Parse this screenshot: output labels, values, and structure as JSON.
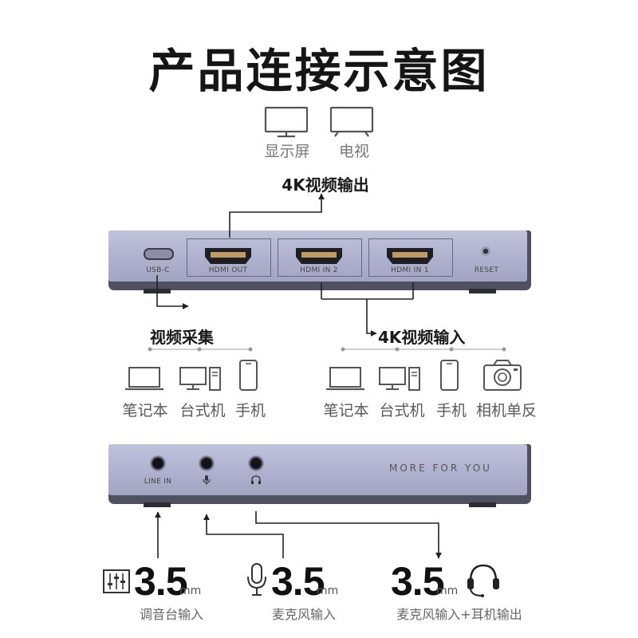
{
  "title": "产品连接示意图",
  "output_devices": [
    {
      "icon": "monitor-icon",
      "label": "显示屏"
    },
    {
      "icon": "tv-icon",
      "label": "电视"
    }
  ],
  "output_heading": "4K视频输出",
  "front_panel": {
    "ports": [
      "USB-C",
      "HDMI OUT",
      "HDMI IN 2",
      "HDMI IN 1",
      "RESET"
    ]
  },
  "capture": {
    "heading": "视频采集",
    "devices": [
      {
        "icon": "laptop-icon",
        "label": "笔记本"
      },
      {
        "icon": "desktop-icon",
        "label": "台式机"
      },
      {
        "icon": "phone-icon",
        "label": "手机"
      }
    ]
  },
  "input": {
    "heading": "4K视频输入",
    "devices": [
      {
        "icon": "laptop-icon",
        "label": "笔记本"
      },
      {
        "icon": "desktop-icon",
        "label": "台式机"
      },
      {
        "icon": "phone-icon",
        "label": "手机"
      },
      {
        "icon": "camera-icon",
        "label": "相机单反"
      }
    ]
  },
  "back_panel": {
    "line_in_label": "LINE IN",
    "tagline": "MORE FOR YOU"
  },
  "audio": [
    {
      "icon": "mixer-icon",
      "size": "3.5",
      "unit": "mm",
      "label": "调音台输入"
    },
    {
      "icon": "microphone-icon",
      "size": "3.5",
      "unit": "mm",
      "label": "麦克风输入"
    },
    {
      "icon": "headset-icon",
      "size": "3.5",
      "unit": "mm",
      "label": "麦克风输入+耳机输出"
    }
  ],
  "colors": {
    "panel": "#b3b4d0",
    "panel_edge": "#595a6a",
    "arrow": "#222222"
  }
}
